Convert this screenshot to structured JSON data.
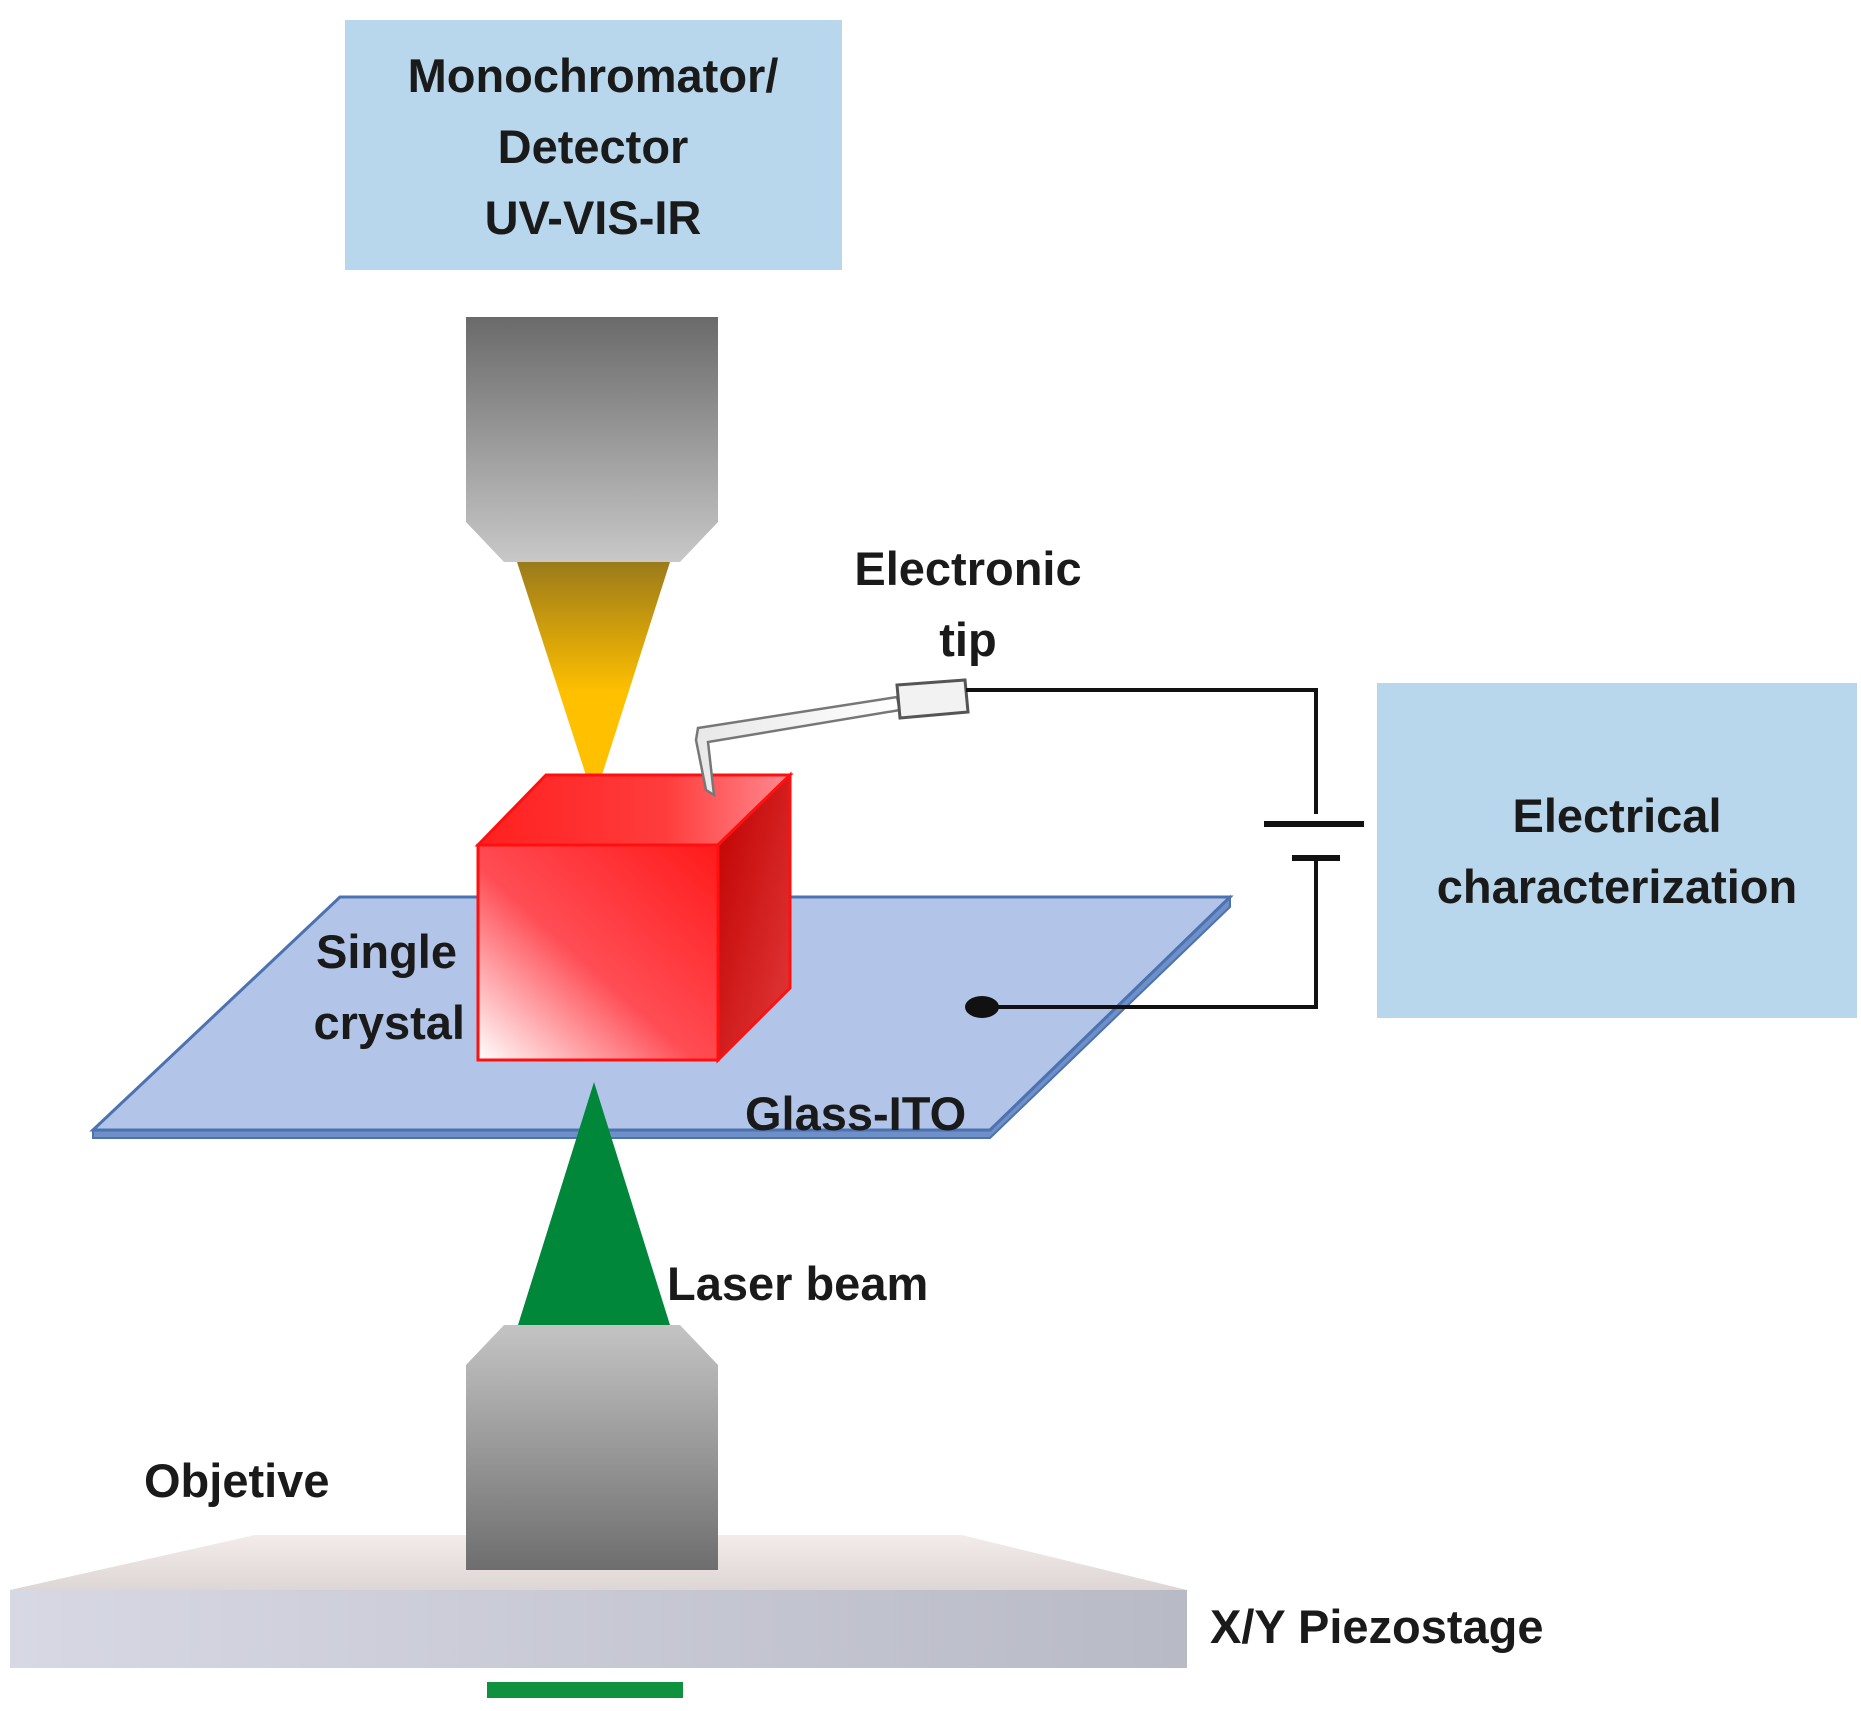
{
  "boxes": {
    "monochromator": [
      "Monochromator/",
      "Detector",
      "UV-VIS-IR"
    ],
    "electrical": [
      "Electrical",
      "characterization"
    ]
  },
  "labels": {
    "electronic_tip": [
      "Electronic",
      "tip"
    ],
    "single_crystal": [
      "Single",
      "crystal"
    ],
    "glass_ito": "Glass-ITO",
    "laser_beam": "Laser beam",
    "objective": "Objetive",
    "piezostage": "X/Y Piezostage"
  },
  "colors": {
    "box_fill": "#b9d7ec",
    "glass_fill": "#b2c5e8",
    "glass_edge": "#4c72b0",
    "crystal": "#ff1010",
    "beam_yellow": "#ffc000",
    "beam_green": "#00873a",
    "stage": "#c8cad7",
    "marker_green": "#10913d"
  }
}
